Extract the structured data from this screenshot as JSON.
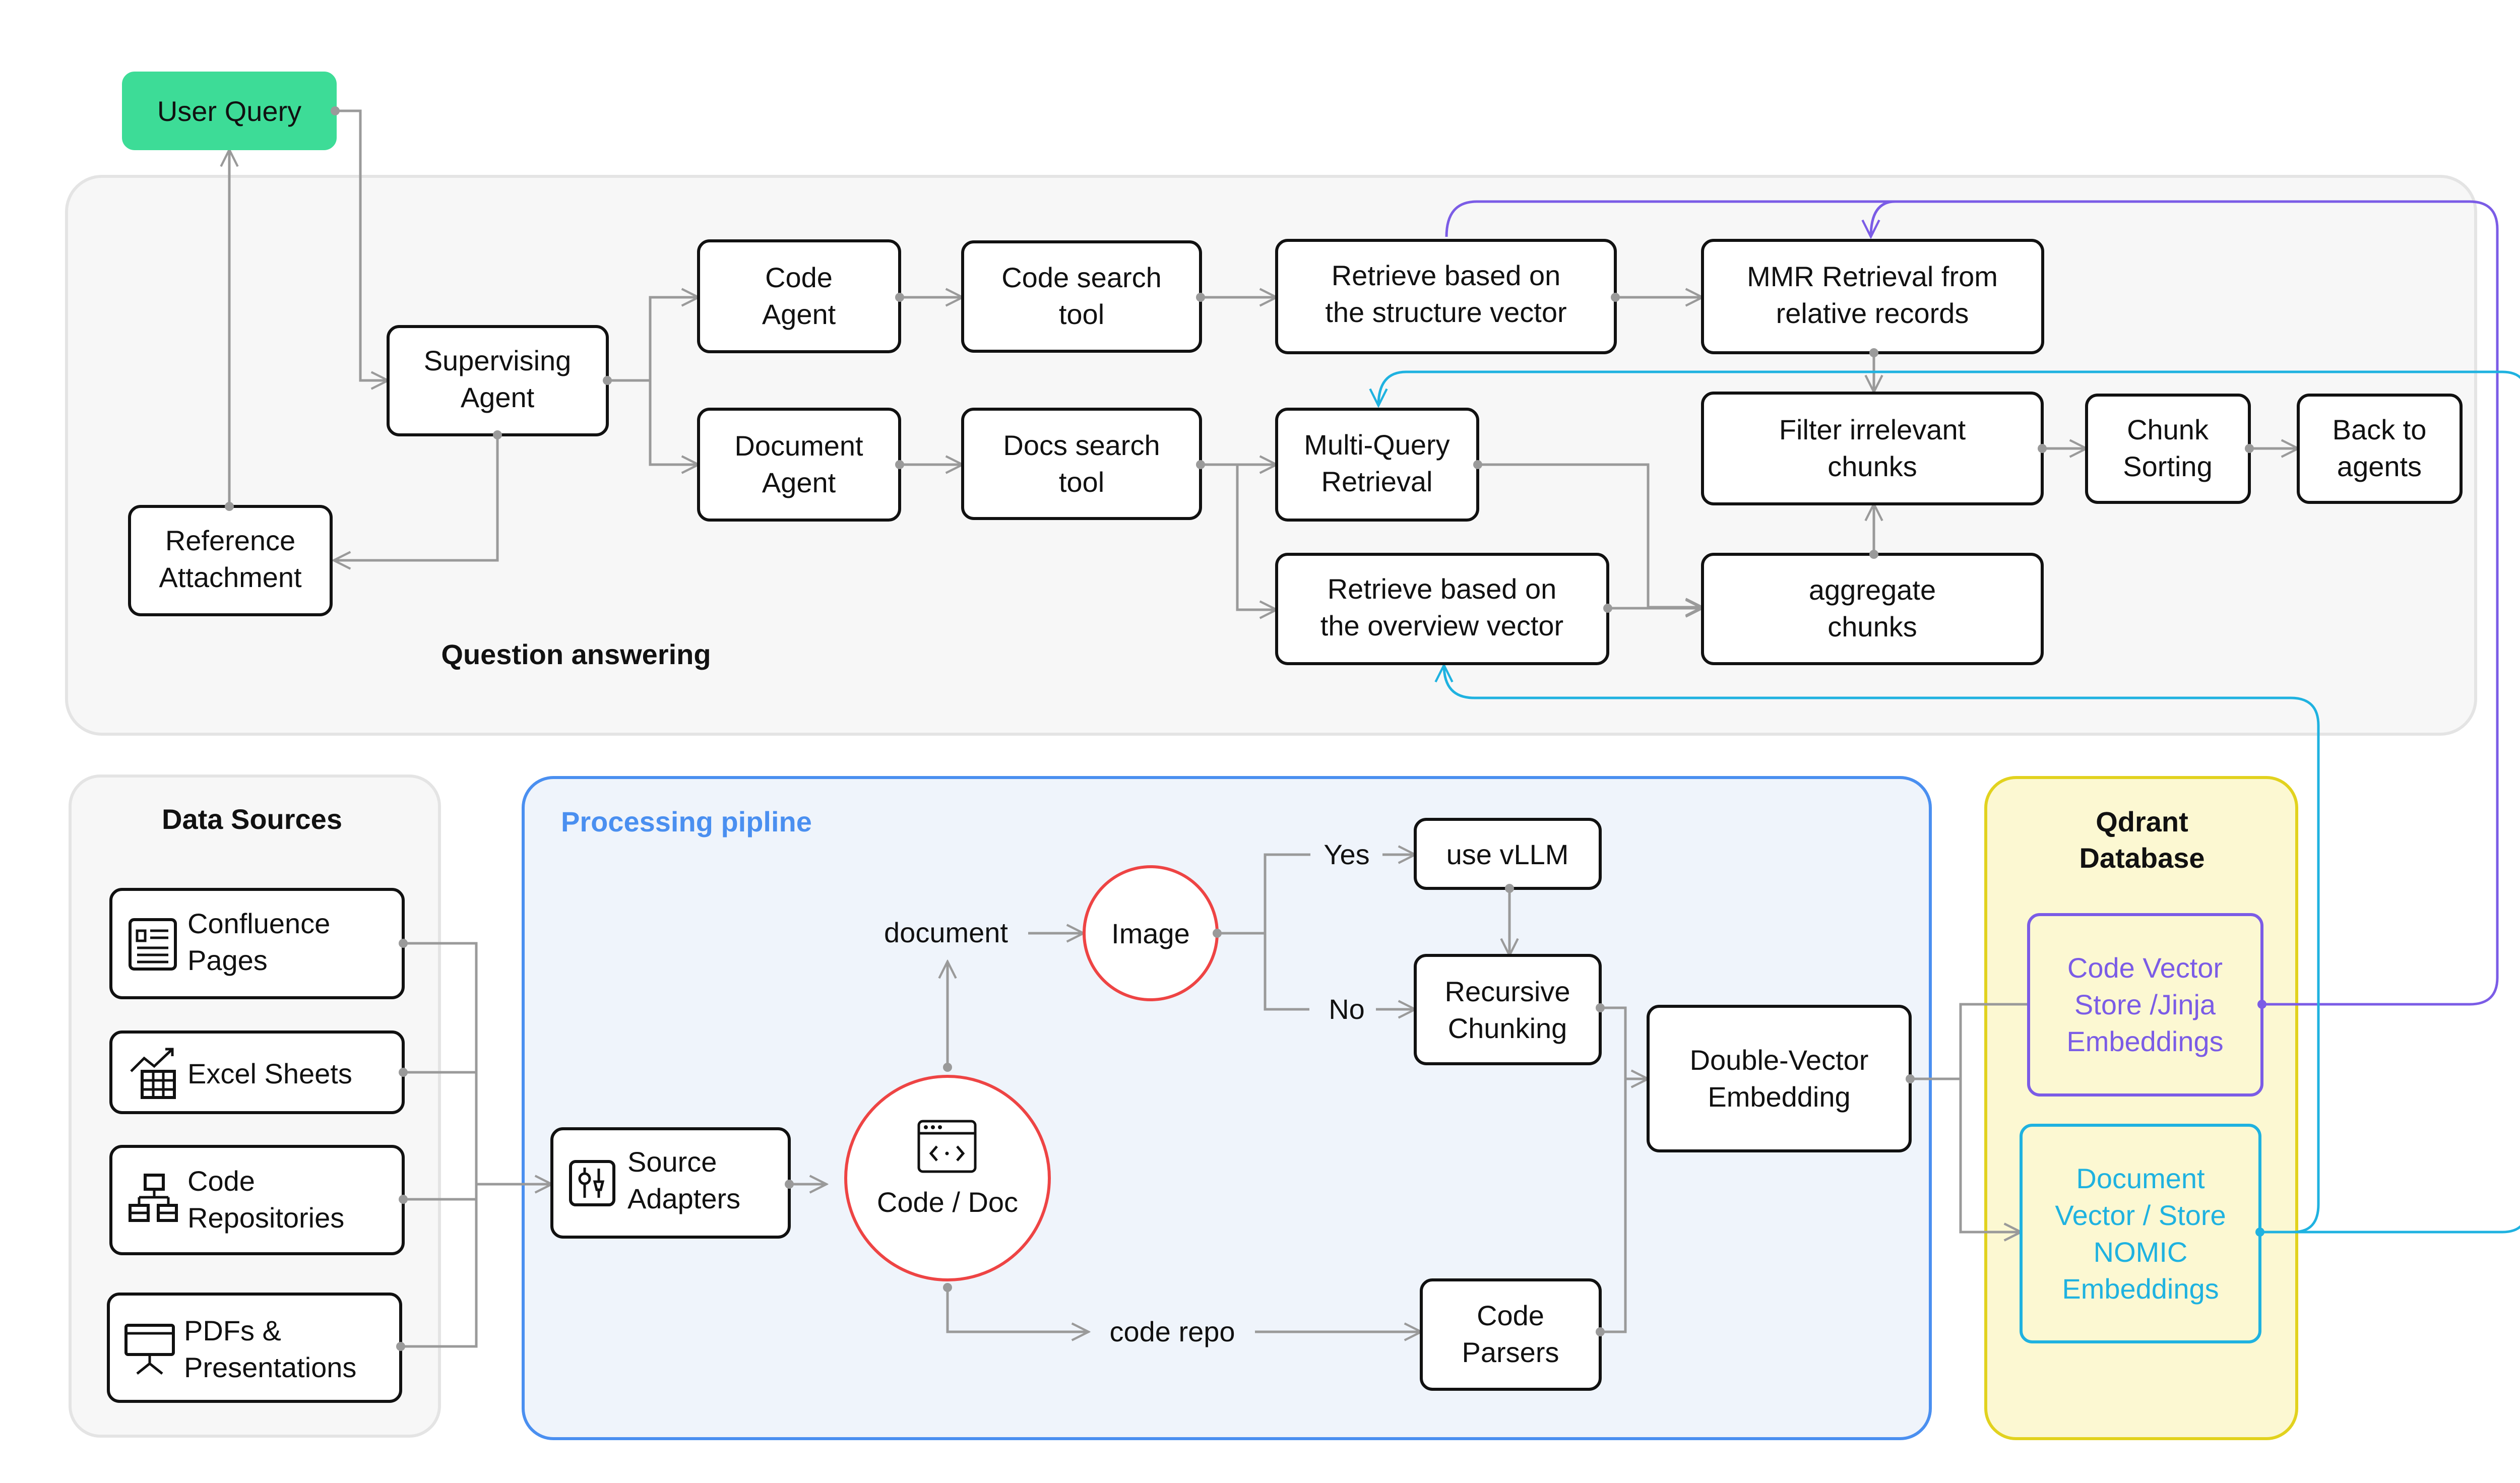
{
  "nodes": {
    "user_query": [
      "User Query"
    ],
    "supervising_agent": [
      "Supervising",
      "Agent"
    ],
    "reference_attachment": [
      "Reference",
      "Attachment"
    ],
    "code_agent": [
      "Code",
      "Agent"
    ],
    "document_agent": [
      "Document",
      "Agent"
    ],
    "code_search_tool": [
      "Code search",
      "tool"
    ],
    "docs_search_tool": [
      "Docs search",
      "tool"
    ],
    "retrieve_structure": [
      "Retrieve based on",
      "the structure vector"
    ],
    "mmr_retrieval": [
      "MMR Retrieval from",
      "relative records"
    ],
    "multi_query": [
      "Multi-Query",
      "Retrieval"
    ],
    "filter_chunks": [
      "Filter irrelevant",
      "chunks"
    ],
    "chunk_sorting": [
      "Chunk",
      "Sorting"
    ],
    "back_to_agents": [
      "Back to",
      "agents"
    ],
    "retrieve_overview": [
      "Retrieve based on",
      "the overview vector"
    ],
    "aggregate_chunks": [
      "aggregate",
      "chunks"
    ],
    "confluence_pages": [
      "Confluence",
      "Pages"
    ],
    "excel_sheets": [
      "Excel Sheets"
    ],
    "code_repositories": [
      "Code",
      "Repositories"
    ],
    "pdfs_presentations": [
      "PDFs &",
      "Presentations"
    ],
    "source_adapters": [
      "Source",
      "Adapters"
    ],
    "image": [
      "Image"
    ],
    "code_doc": [
      "Code / Doc"
    ],
    "use_vllm": [
      "use vLLM"
    ],
    "recursive_chunking": [
      "Recursive",
      "Chunking"
    ],
    "code_parsers": [
      "Code",
      "Parsers"
    ],
    "double_vector": [
      "Double-Vector",
      "Embedding"
    ],
    "code_vector_store": [
      "Code Vector",
      "Store /Jinja",
      "Embeddings"
    ],
    "document_vector_store": [
      "Document",
      "Vector / Store",
      "NOMIC",
      "Embeddings"
    ]
  },
  "edge_labels": {
    "document": "document",
    "code_repo": "code repo",
    "yes": "Yes",
    "no": "No"
  },
  "groups": {
    "question_answering": "Question answering",
    "data_sources": "Data Sources",
    "processing_pipeline": "Processing pipline",
    "qdrant_database": [
      "Qdrant",
      "Database"
    ]
  },
  "colors": {
    "user_query_fill": "#3ddc97",
    "processing_title": "#4a8ff0",
    "code_vector_text": "#7b5ce6",
    "document_vector_text": "#1fb2e0",
    "image_circle": "#ee4444"
  },
  "icons": {
    "confluence_pages": "document-page-icon",
    "excel_sheets": "spreadsheet-chart-icon",
    "code_repositories": "repository-tree-icon",
    "pdfs_presentations": "presentation-board-icon",
    "source_adapters": "adapter-settings-icon",
    "code_doc": "code-window-icon"
  }
}
